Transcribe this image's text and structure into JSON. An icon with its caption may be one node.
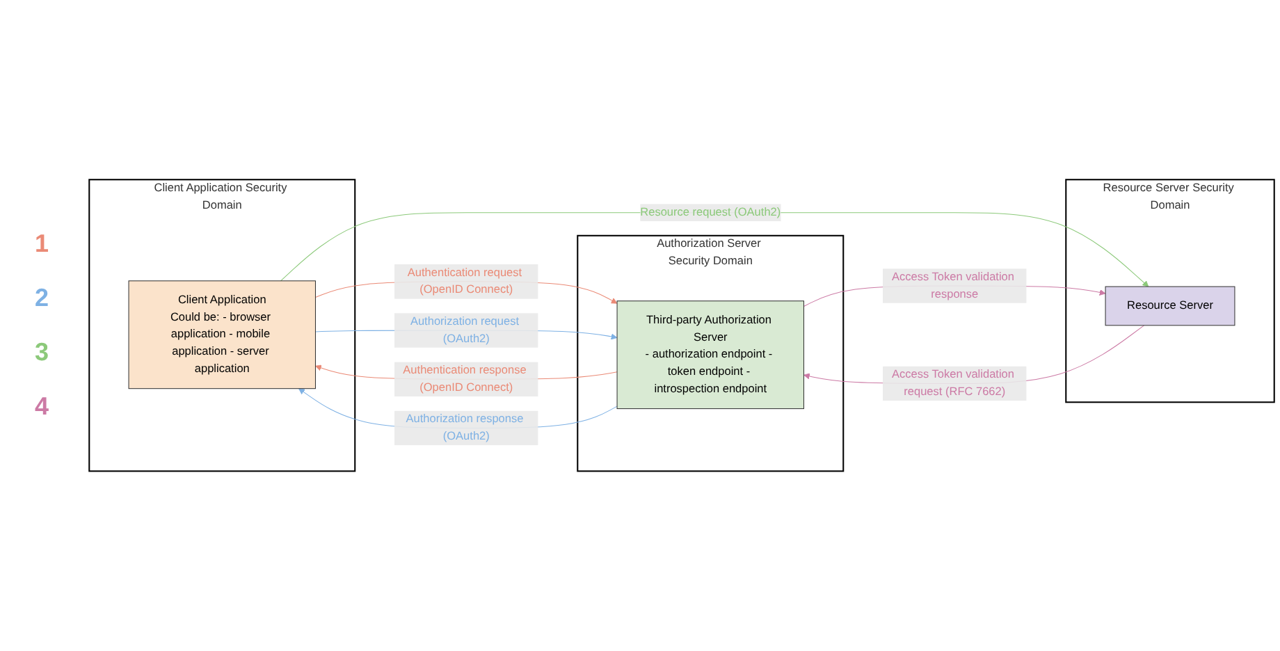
{
  "diagram": {
    "nodes": [
      {
        "text": [
          "Client Application Security Domain"
        ]
      },
      {
        "text": [
          "Client Application",
          "Could be: - browser application - mobile application - server application"
        ],
        "in": 0
      },
      {
        "text": [
          "Resource Server Security Domain"
        ]
      },
      {
        "text": [
          "Resource Server"
        ],
        "in": 2
      },
      {
        "text": [
          "Authorization Server Security Domain"
        ]
      },
      {
        "text": [
          "Third-party Authorization Server",
          "- authorization endpoint - token endpoint - introspection endpoint"
        ],
        "in": 4
      }
    ],
    "edges": [
      {
        "from": 1,
        "to": 5,
        "arrow": "to",
        "label": "Authentication request (OpenID Connect)",
        "color": "#ea8a76"
      },
      {
        "from": 5,
        "to": 1,
        "arrow": "to",
        "label": "Authentication response (OpenID Connect)",
        "color": "#ea8a76"
      },
      {
        "from": 1,
        "to": 5,
        "arrow": "to",
        "label": "Authorization request (OAuth2)",
        "color": "#7eb1e4"
      },
      {
        "from": 5,
        "to": 1,
        "arrow": "to",
        "label": "Authorization response (OAuth2)",
        "color": "#7eb1e4"
      },
      {
        "from": 1,
        "to": 3,
        "arrow": "to",
        "label": "Resource request (OAuth2)",
        "color": "#8cc97a"
      },
      {
        "from": 3,
        "to": 5,
        "arrow": "to",
        "label": "Access Token validation request (RFC 7662)",
        "color": "#cc7aa5"
      },
      {
        "from": 5,
        "to": 3,
        "arrow": "to",
        "label": "Access Token validation response",
        "color": "#cc7aa5"
      }
    ],
    "labels": [
      "1",
      "2",
      "3",
      "4"
    ]
  }
}
